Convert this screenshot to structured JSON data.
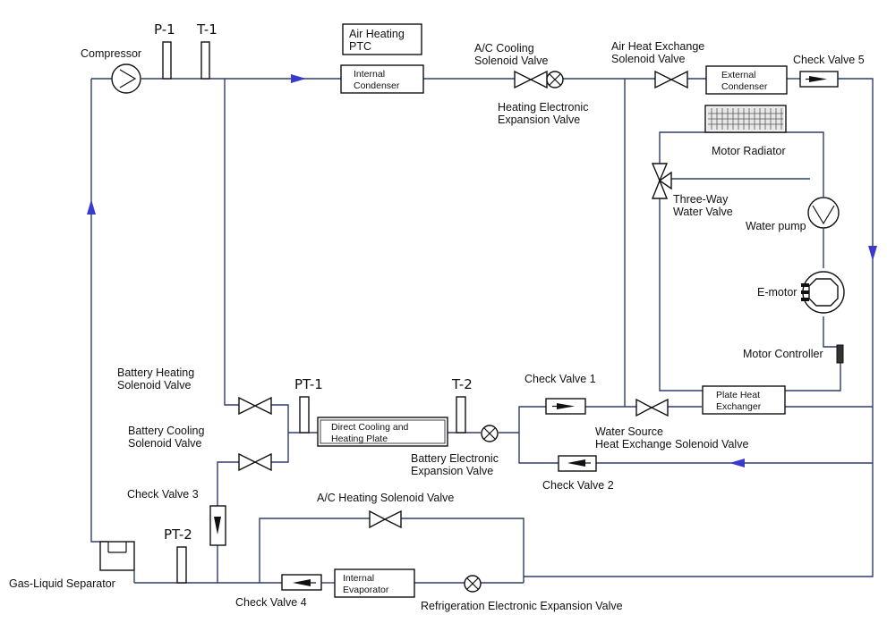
{
  "colors": {
    "pipe": "#2f3d6a",
    "arrow": "#3a3acc",
    "component": "#111111"
  },
  "sensors": {
    "p1": "P-1",
    "t1": "T-1",
    "pt1": "PT-1",
    "t2": "T-2",
    "pt2": "PT-2"
  },
  "boxes": {
    "air_heating_ptc": [
      "Air Heating",
      "PTC"
    ],
    "internal_condenser": [
      "Internal",
      "Condenser"
    ],
    "external_condenser": [
      "External",
      "Condenser"
    ],
    "direct_cooling_plate": [
      "Direct Cooling and",
      "Heating Plate"
    ],
    "plate_heat_exchanger": [
      "Plate Heat",
      "Exchanger"
    ],
    "internal_evaporator": [
      "Internal",
      "Evaporator"
    ]
  },
  "labels": {
    "compressor": "Compressor",
    "ac_cooling_valve": [
      "A/C Cooling",
      "Solenoid Valve"
    ],
    "heating_exv": [
      "Heating Electronic",
      "Expansion Valve"
    ],
    "air_hx_valve": [
      "Air Heat Exchange",
      "Solenoid Valve"
    ],
    "check_valve_5": "Check Valve 5",
    "motor_radiator": "Motor Radiator",
    "three_way_valve": [
      "Three-Way",
      "Water Valve"
    ],
    "water_pump": "Water pump",
    "e_motor": "E-motor",
    "motor_controller": "Motor Controller",
    "battery_heating_valve": [
      "Battery Heating",
      "Solenoid Valve"
    ],
    "battery_cooling_valve": [
      "Battery Cooling",
      "Solenoid Valve"
    ],
    "check_valve_1": "Check Valve 1",
    "water_source_valve": [
      "Water Source",
      "Heat Exchange Solenoid Valve"
    ],
    "battery_exv": [
      "Battery Electronic",
      "Expansion Valve"
    ],
    "check_valve_2": "Check Valve 2",
    "check_valve_3": "Check Valve 3",
    "ac_heating_valve": "A/C Heating Solenoid Valve",
    "gas_liquid_separator": "Gas-Liquid Separator",
    "check_valve_4": "Check Valve 4",
    "refrigeration_exv": "Refrigeration Electronic Expansion Valve"
  }
}
